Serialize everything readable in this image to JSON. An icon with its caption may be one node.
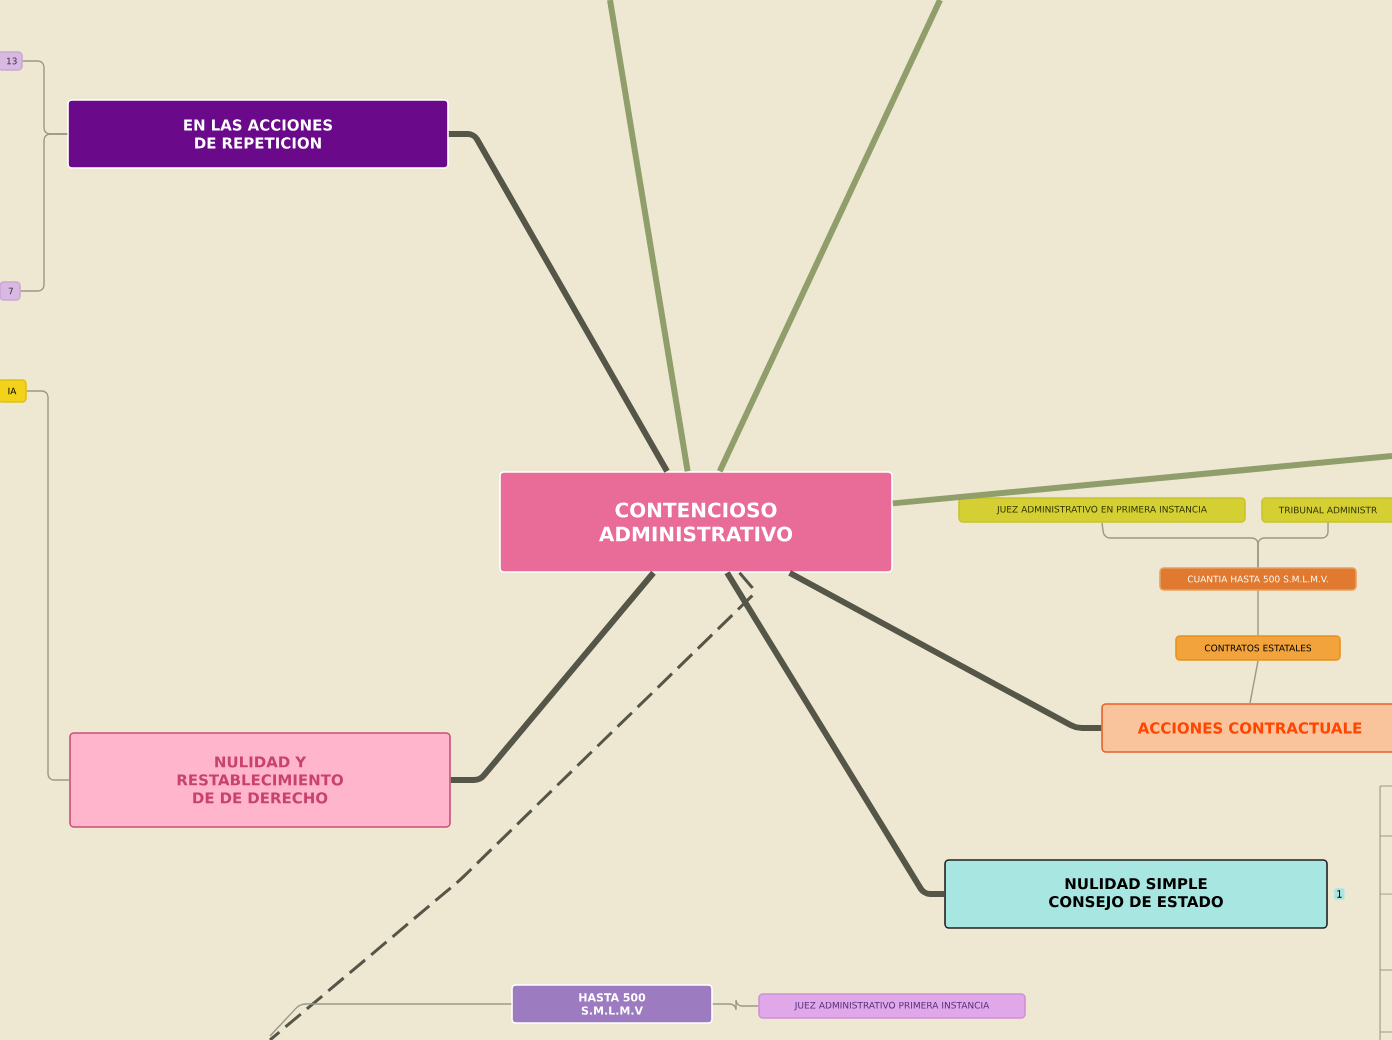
{
  "diagram": {
    "nodes": [
      {
        "text": [
          "CONTENCIOSO ADMINISTRATIVO"
        ]
      },
      {
        "text": [
          "EN LAS ACCIONES DE REPETICION"
        ]
      },
      {
        "text": [
          "13"
        ]
      },
      {
        "text": [
          "7"
        ]
      },
      {
        "text": [
          "IA"
        ]
      },
      {
        "text": [
          "NULIDAD Y RESTABLECIMIENTO DE DE DERECHO"
        ]
      },
      {
        "text": [
          "HASTA 500 S.M.L.M.V"
        ]
      },
      {
        "text": [
          "JUEZ ADMINISTRATIVO PRIMERA INSTANCIA"
        ]
      },
      {
        "text": [
          "NULIDAD SIMPLE CONSEJO DE ESTADO"
        ],
        "beside": [
          "1"
        ]
      },
      {
        "text": [
          "ACCIONES CONTRACTUALE"
        ]
      },
      {
        "text": [
          "CONTRATOS ESTATALES"
        ]
      },
      {
        "text": [
          "CUANTIA HASTA 500 S.M.L.M.V."
        ]
      },
      {
        "text": [
          "JUEZ ADMINISTRATIVO EN PRIMERA INSTANCIA"
        ]
      },
      {
        "text": [
          "TRIBUNAL ADMINISTR"
        ]
      }
    ],
    "edges": [
      {
        "from": 0,
        "to": 1,
        "arrow": "none",
        "style": "thick"
      },
      {
        "from": 0,
        "to": 5,
        "arrow": "none",
        "style": "thick"
      },
      {
        "from": 0,
        "to": 8,
        "arrow": "none",
        "style": "thick"
      },
      {
        "from": 0,
        "to": 9,
        "arrow": "none",
        "style": "thick"
      },
      {
        "from": 0,
        "to": null,
        "arrow": "none",
        "style": "dashed"
      },
      {
        "from": 0,
        "to": null,
        "arrow": "none",
        "style": "thick",
        "color": "#8f9e6a"
      },
      {
        "from": 0,
        "to": null,
        "arrow": "none",
        "style": "thick",
        "color": "#8f9e6a"
      },
      {
        "from": 0,
        "to": null,
        "arrow": "none",
        "style": "thick",
        "color": "#8f9e6a"
      },
      {
        "from": 1,
        "to": 2,
        "arrow": "none"
      },
      {
        "from": 1,
        "to": 3,
        "arrow": "none"
      },
      {
        "from": 5,
        "to": 4,
        "arrow": "none"
      },
      {
        "from": null,
        "to": 6,
        "arrow": "none"
      },
      {
        "from": 6,
        "to": 7,
        "arrow": "none"
      },
      {
        "from": 9,
        "to": 10,
        "arrow": "none"
      },
      {
        "from": 10,
        "to": 11,
        "arrow": "none"
      },
      {
        "from": 11,
        "to": 12,
        "arrow": "none"
      },
      {
        "from": 11,
        "to": 13,
        "arrow": "none"
      }
    ]
  }
}
